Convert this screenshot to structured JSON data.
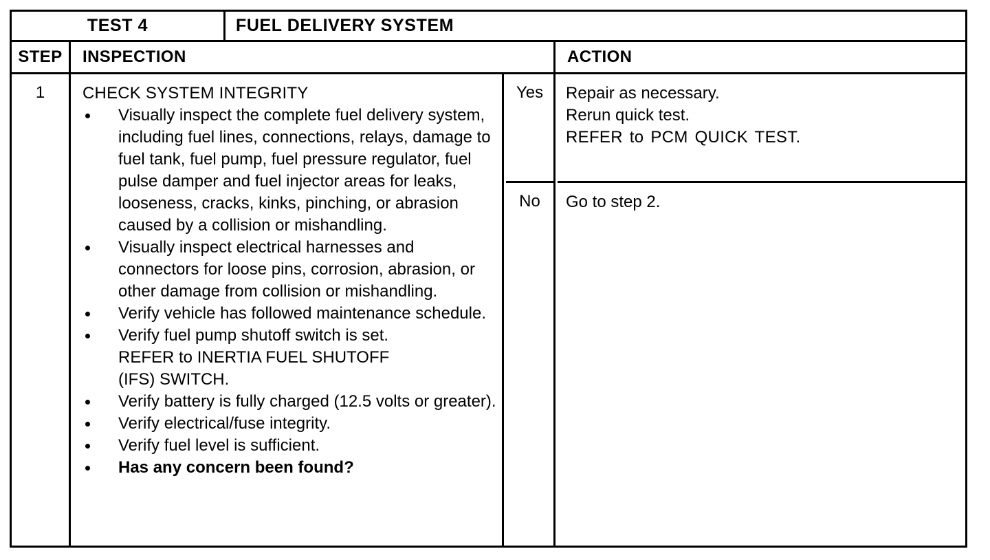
{
  "table": {
    "test_number": "TEST 4",
    "test_name": "FUEL DELIVERY SYSTEM",
    "headers": {
      "step": "STEP",
      "inspection": "INSPECTION",
      "action": "ACTION"
    },
    "row": {
      "step_number": "1",
      "inspection": {
        "heading": "CHECK SYSTEM INTEGRITY",
        "bullets": [
          {
            "text": "Visually inspect the complete fuel delivery system, including fuel lines, connections, relays, damage to fuel tank, fuel pump, fuel pressure regulator, fuel pulse damper and fuel injector areas for leaks, looseness, cracks, kinks, pinching, or abrasion caused by a collision or mishandling.",
            "bold": false
          },
          {
            "text": "Visually inspect electrical harnesses and connectors for loose pins, corrosion, abrasion, or other damage from collision or mishandling.",
            "bold": false
          },
          {
            "text": "Verify vehicle has followed maintenance schedule.",
            "bold": false
          },
          {
            "text": "Verify fuel pump shutoff switch is set.",
            "sub_lines": [
              "REFER to INERTIA FUEL SHUTOFF",
              "(IFS) SWITCH."
            ],
            "bold": false
          },
          {
            "text": "Verify battery is fully charged (12.5 volts or greater).",
            "bold": false
          },
          {
            "text": "Verify electrical/fuse integrity.",
            "bold": false
          },
          {
            "text": "Verify fuel level is sufficient.",
            "bold": false
          },
          {
            "text": "Has any concern been found?",
            "bold": true
          }
        ]
      },
      "outcomes": [
        {
          "answer": "Yes",
          "action_lines": [
            "Repair as necessary.",
            "Rerun quick test.",
            "REFER to  PCM QUICK TEST."
          ]
        },
        {
          "answer": "No",
          "action_lines": [
            "Go to step 2."
          ]
        }
      ]
    }
  }
}
